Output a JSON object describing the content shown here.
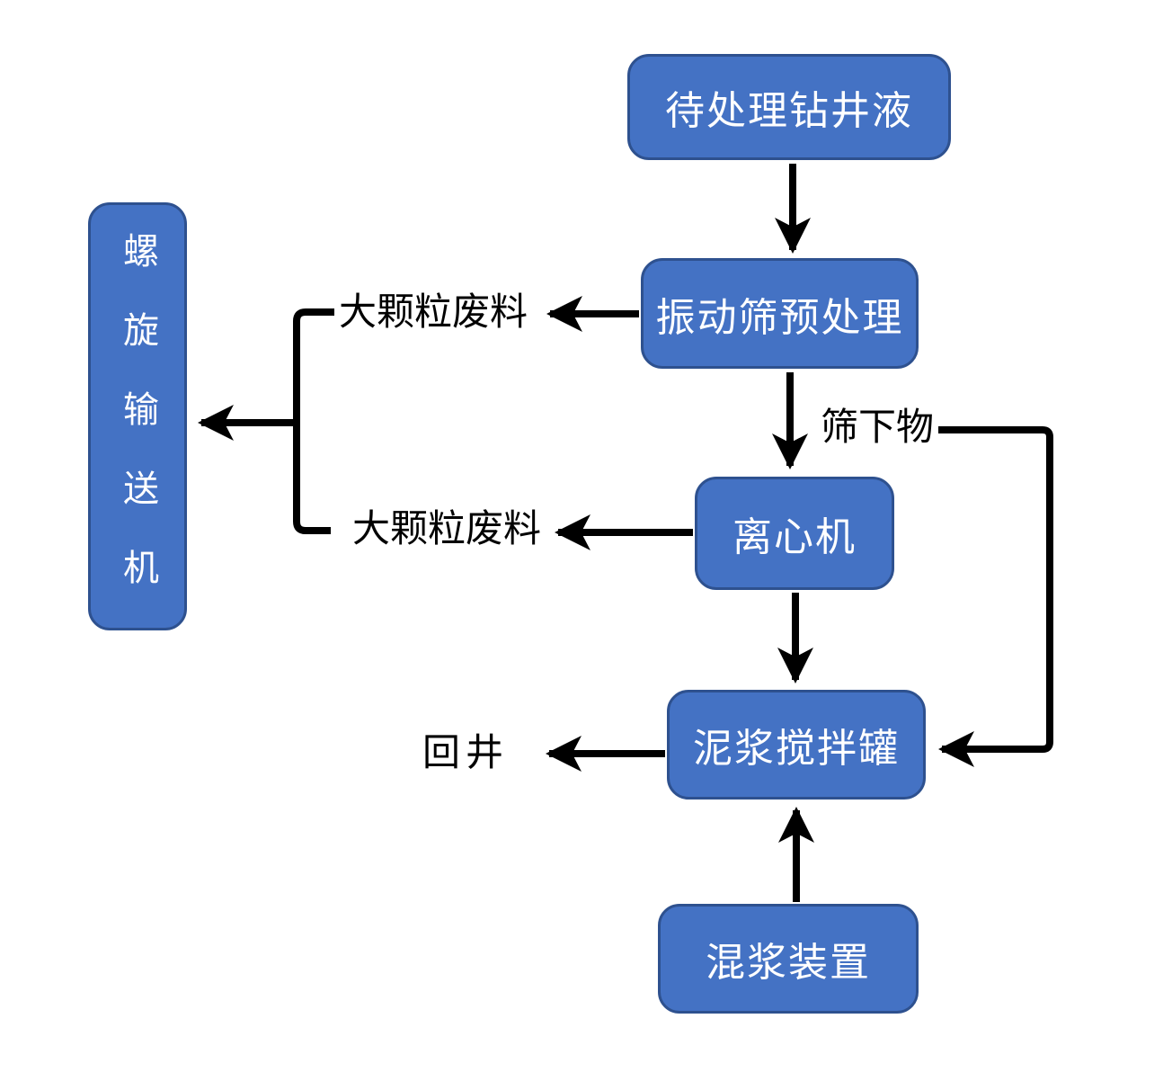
{
  "diagram": {
    "nodes": {
      "drilling_fluid": {
        "label": "待处理钻井液"
      },
      "shaker": {
        "label": "振动筛预处理"
      },
      "centrifuge": {
        "label": "离心机"
      },
      "mixing_tank": {
        "label": "泥浆搅拌罐"
      },
      "mixing_device": {
        "label": "混浆装置"
      },
      "screw_conveyor": {
        "label": "螺旋输送机"
      }
    },
    "labels": {
      "large_particle_waste_top": "大颗粒废料",
      "large_particle_waste_bottom": "大颗粒废料",
      "screen_underflow": "筛下物",
      "return_to_well": "回井"
    },
    "edges": [
      {
        "from": "待处理钻井液",
        "to": "振动筛预处理",
        "label": ""
      },
      {
        "from": "振动筛预处理",
        "to": "大颗粒废料",
        "label": ""
      },
      {
        "from": "振动筛预处理",
        "to": "离心机",
        "label": "筛下物"
      },
      {
        "from": "离心机",
        "to": "大颗粒废料",
        "label": ""
      },
      {
        "from": "大颗粒废料",
        "to": "螺旋输送机",
        "label": ""
      },
      {
        "from": "离心机",
        "to": "泥浆搅拌罐",
        "label": ""
      },
      {
        "from": "筛下物",
        "to": "泥浆搅拌罐",
        "label": ""
      },
      {
        "from": "泥浆搅拌罐",
        "to": "回井",
        "label": ""
      },
      {
        "from": "混浆装置",
        "to": "泥浆搅拌罐",
        "label": ""
      }
    ],
    "colors": {
      "node_fill": "#4472C4",
      "node_border": "#2E518F",
      "node_text": "#FFFFFF",
      "connector": "#000000",
      "label_text": "#000000",
      "background": "#FFFFFF"
    }
  }
}
